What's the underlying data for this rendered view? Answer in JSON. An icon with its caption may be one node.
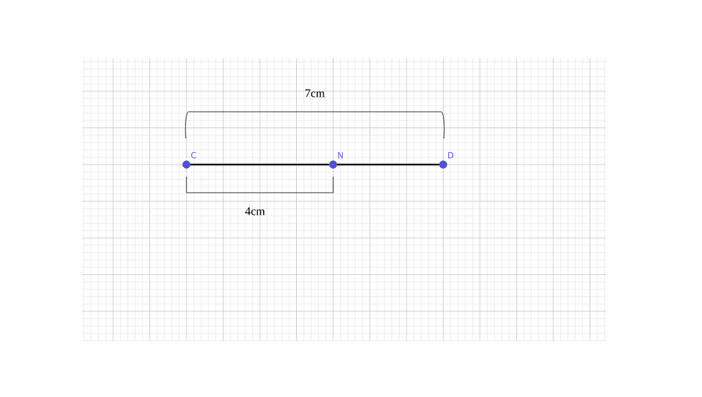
{
  "diagram": {
    "nodes": [
      {
        "text": [],
        "shape": "circle",
        "beside": [
          "C"
        ]
      },
      {
        "text": [],
        "shape": "circle",
        "beside": [
          "N"
        ]
      },
      {
        "text": [],
        "shape": "circle",
        "beside": [
          "D"
        ]
      }
    ],
    "edges": [
      {
        "from": 0,
        "to": 1,
        "arrow": "none"
      },
      {
        "from": 1,
        "to": 2,
        "arrow": "none"
      }
    ],
    "labels": [
      "7cm",
      "4cm"
    ]
  }
}
